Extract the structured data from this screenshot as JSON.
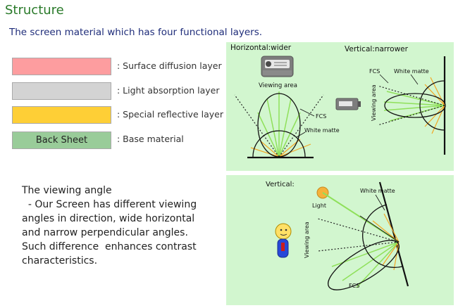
{
  "header": {
    "title": "Structure",
    "subtitle": "The screen material which has four functional layers."
  },
  "layers": [
    {
      "name": "Surface diffusion layer",
      "label": ": Surface diffusion layer",
      "box_text": "",
      "color": "#fd9d9f"
    },
    {
      "name": "Light absorption layer",
      "label": ": Light absorption layer",
      "box_text": "",
      "color": "#d3d3d3"
    },
    {
      "name": "Special reflective layer",
      "label": ": Special reflective layer",
      "box_text": "",
      "color": "#fecf36"
    },
    {
      "name": "Base material",
      "label": ": Base material",
      "box_text": "Back Sheet",
      "color": "#99cc99"
    }
  ],
  "viewing_angle": {
    "heading": "The viewing angle",
    "lines": [
      "  - Our Screen has different viewing",
      "angles in direction, wide horizontal",
      "and narrow perpendicular angles.",
      "Such difference  enhances contrast",
      "characteristics."
    ]
  },
  "diagram_top": {
    "horizontal_label": "Horizontal:wider",
    "vertical_label": "Vertical:narrower",
    "viewing_area_h": "Viewing area",
    "fcs_h": "FCS",
    "white_matte_h": "White matte",
    "fcs_v": "FCS",
    "white_matte_v": "White matte",
    "viewing_area_v": "Viewing area"
  },
  "diagram_bottom": {
    "vertical_label": "Vertical:",
    "light": "Light",
    "white_matte": "White matte",
    "viewing_area": "Viewing area",
    "fcs": "FCS"
  },
  "colors": {
    "panel_bg": "#d2f6cf",
    "green_ray": "#8fe05a",
    "orange_ray": "#f3a623",
    "title": "#2a7a2a",
    "subtitle": "#1f2d7a"
  }
}
